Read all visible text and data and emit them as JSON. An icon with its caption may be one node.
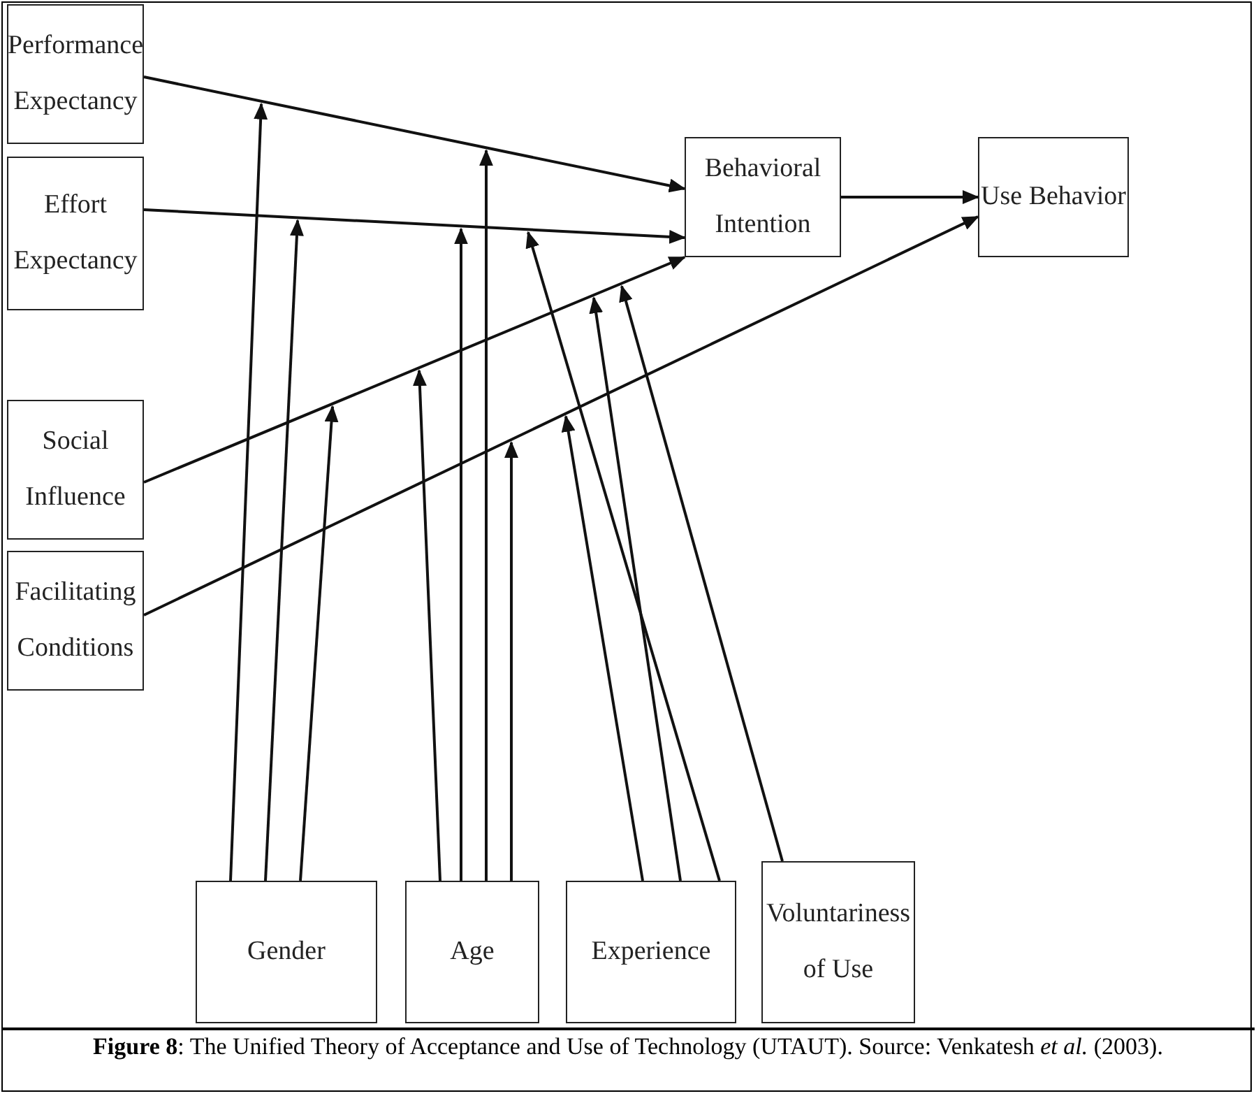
{
  "diagram": {
    "caption": "**Figure 8**: The Unified Theory of Acceptance and Use of Technology (UTAUT). Source: Venkatesh *et al.* (2003).",
    "nodes": [
      {
        "text": [
          "Performance Expectancy"
        ]
      },
      {
        "text": [
          "Effort Expectancy"
        ]
      },
      {
        "text": [
          "Social Influence"
        ]
      },
      {
        "text": [
          "Facilitating Conditions"
        ]
      },
      {
        "text": [
          "Behavioral Intention"
        ]
      },
      {
        "text": [
          "Use Behavior"
        ]
      },
      {
        "text": [
          "Gender"
        ]
      },
      {
        "text": [
          "Age"
        ]
      },
      {
        "text": [
          "Experience"
        ]
      },
      {
        "text": [
          "Voluntariness of Use"
        ]
      }
    ],
    "edges": [
      {
        "from": 0,
        "to": 4,
        "arrow": "to"
      },
      {
        "from": 1,
        "to": 4,
        "arrow": "to"
      },
      {
        "from": 2,
        "to": 4,
        "arrow": "to"
      },
      {
        "from": 3,
        "to": 5,
        "arrow": "to"
      },
      {
        "from": 4,
        "to": 5,
        "arrow": "to"
      },
      {
        "from": 6,
        "to": null,
        "arrow": "to"
      },
      {
        "from": 6,
        "to": null,
        "arrow": "to"
      },
      {
        "from": 6,
        "to": null,
        "arrow": "to"
      },
      {
        "from": 7,
        "to": null,
        "arrow": "to"
      },
      {
        "from": 7,
        "to": null,
        "arrow": "to"
      },
      {
        "from": 7,
        "to": null,
        "arrow": "to"
      },
      {
        "from": 7,
        "to": null,
        "arrow": "to"
      },
      {
        "from": 8,
        "to": null,
        "arrow": "to"
      },
      {
        "from": 8,
        "to": null,
        "arrow": "to"
      },
      {
        "from": 8,
        "to": null,
        "arrow": "to"
      },
      {
        "from": 9,
        "to": null,
        "arrow": "to"
      }
    ]
  }
}
